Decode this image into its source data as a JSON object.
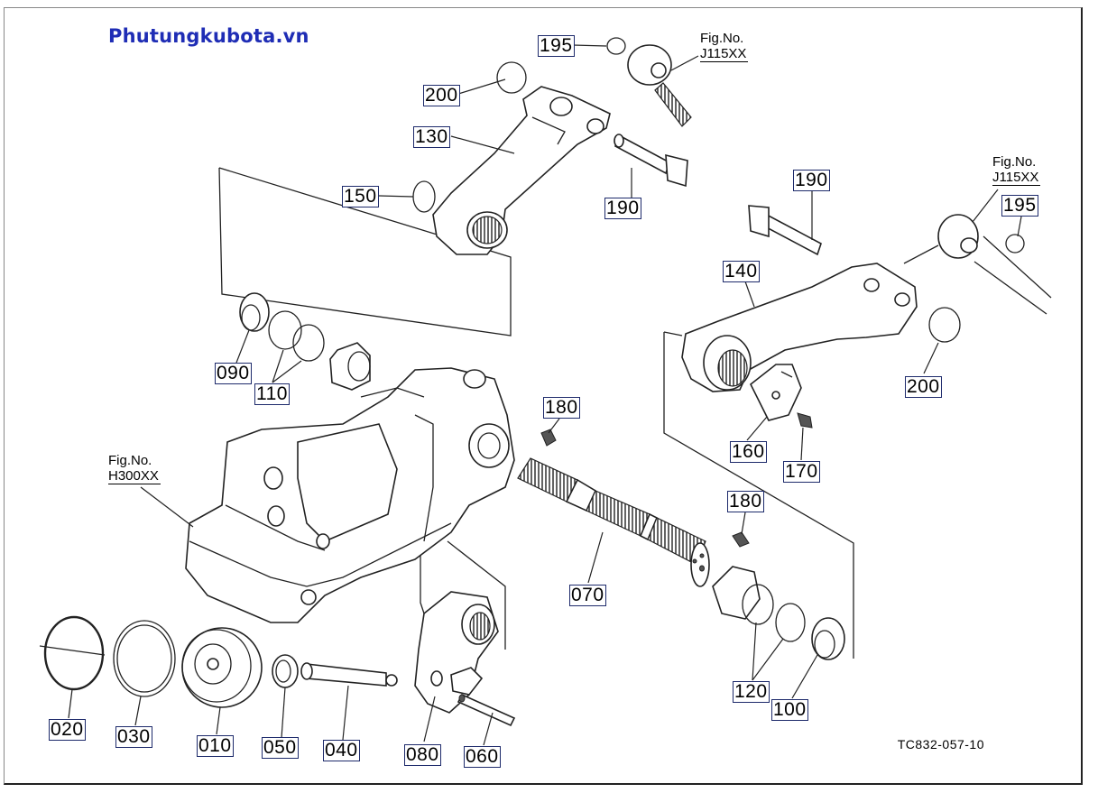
{
  "brand": "Phutungkubota.vn",
  "drawing_code": "TC832-057-10",
  "figure_refs": {
    "top": {
      "label": "Fig.No.",
      "ref": "J115XX"
    },
    "right": {
      "label": "Fig.No.",
      "ref": "J115XX"
    },
    "left": {
      "label": "Fig.No.",
      "ref": "H300XX"
    }
  },
  "callouts": {
    "c195a": "195",
    "c200a": "200",
    "c130": "130",
    "c150": "150",
    "c190a": "190",
    "c190b": "190",
    "c195b": "195",
    "c140": "140",
    "c200b": "200",
    "c090": "090",
    "c110": "110",
    "c180a": "180",
    "c160": "160",
    "c170": "170",
    "c180b": "180",
    "c070": "070",
    "c120": "120",
    "c100": "100",
    "c020": "020",
    "c030": "030",
    "c010": "010",
    "c050": "050",
    "c040": "040",
    "c080": "080",
    "c060": "060"
  }
}
